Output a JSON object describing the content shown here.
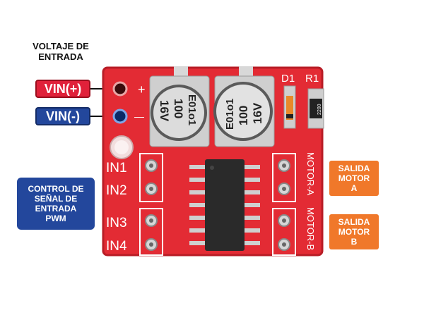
{
  "labels": {
    "voltaje_line1": "VOLTAJE DE",
    "voltaje_line2": "ENTRADA",
    "vin_pos": "VIN(+)",
    "vin_neg": "VIN(-)",
    "control_line1": "CONTROL DE",
    "control_line2": "SEÑAL DE",
    "control_line3": "ENTRADA",
    "control_line4": "PWM",
    "salida_a_line1": "SALIDA",
    "salida_a_line2": "MOTOR",
    "salida_a_line3": "A",
    "salida_b_line1": "SALIDA",
    "salida_b_line2": "MOTOR",
    "salida_b_line3": "B"
  },
  "board": {
    "d1": "D1",
    "r1": "R1",
    "resistor_code": "2200",
    "plus": "+",
    "minus": "—",
    "cap_left_lines": [
      "E01o1",
      "100",
      "16V"
    ],
    "cap_right_lines": [
      "E01o1",
      "100",
      "16V"
    ],
    "in1": "IN1",
    "in2": "IN2",
    "in3": "IN3",
    "in4": "IN4",
    "motor_a": "MOTOR-A",
    "motor_b": "MOTOR-B"
  },
  "colors": {
    "pcb": "#e32b34",
    "pcb_dark": "#b81d26",
    "vin_pos": "#e0213a",
    "vin_neg": "#23479c",
    "control": "#23479c",
    "salida": "#f0782a"
  }
}
